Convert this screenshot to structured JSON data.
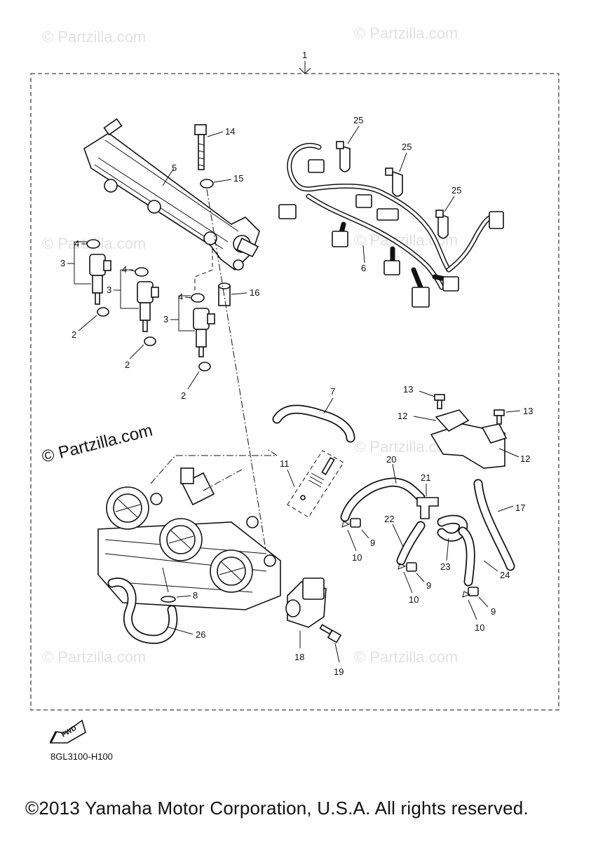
{
  "diagram": {
    "assembly_callout": "1",
    "callouts": {
      "c2": "2",
      "c3": "3",
      "c4": "4",
      "c5": "5",
      "c6": "6",
      "c7": "7",
      "c8": "8",
      "c9": "9",
      "c10": "10",
      "c11": "11",
      "c12": "12",
      "c13": "13",
      "c14": "14",
      "c15": "15",
      "c16": "16",
      "c17": "17",
      "c18": "18",
      "c19": "19",
      "c20": "20",
      "c21": "21",
      "c22": "22",
      "c23": "23",
      "c24": "24",
      "c25": "25",
      "c26": "26"
    },
    "fwd_label": "FWD",
    "watermark": "© Partzilla.com",
    "watermark_large": "© Partzilla.com"
  },
  "footer": {
    "part_code": "8GL3100-H100",
    "copyright": "©2013 Yamaha Motor Corporation, U.S.A. All rights reserved."
  }
}
